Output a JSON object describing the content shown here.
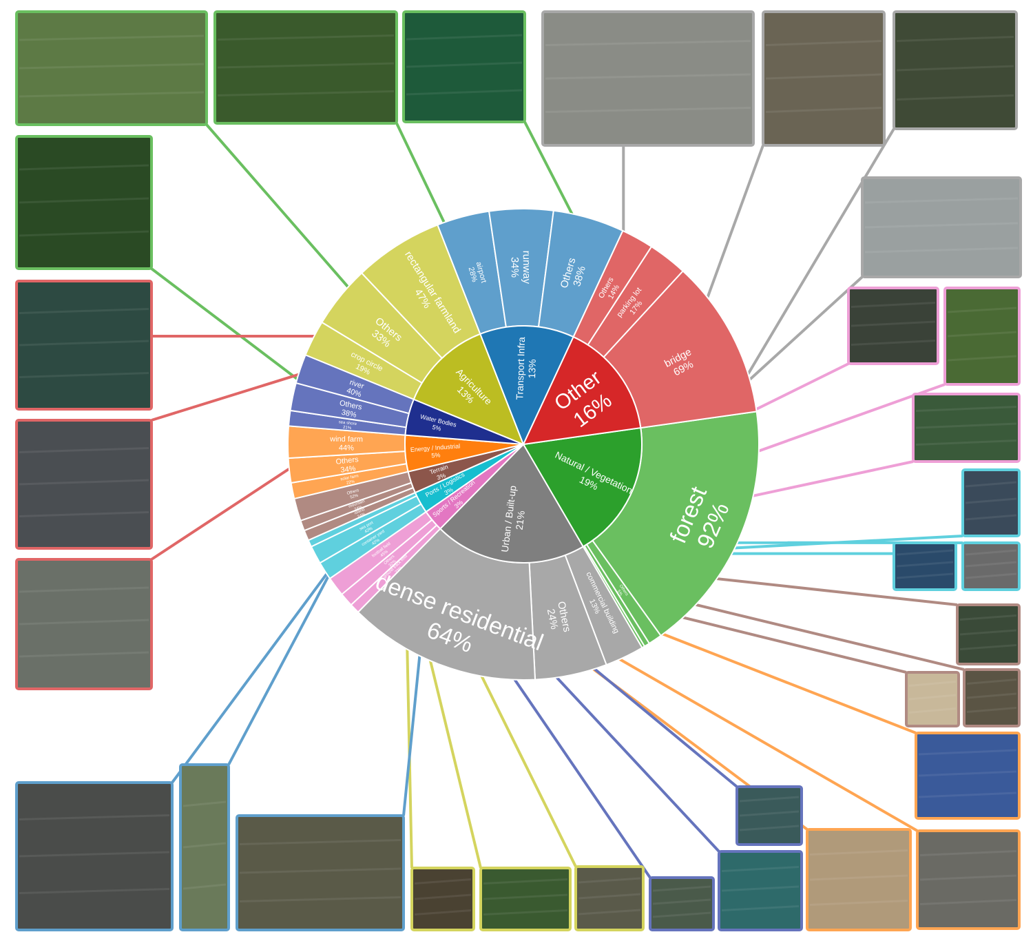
{
  "chart_data": {
    "type": "sunburst",
    "title": "",
    "inner": [
      {
        "name": "Natural / Vegetation",
        "percent": 19,
        "color": "#2ca02c",
        "children": [
          {
            "name": "forest",
            "percent": 92,
            "color": "#6abf60"
          },
          {
            "name": "Others",
            "percent": 5,
            "color": "#6abf60"
          },
          {
            "name": "",
            "percent": 2,
            "color": "#6abf60"
          },
          {
            "name": "",
            "percent": 1,
            "color": "#6abf60"
          }
        ]
      },
      {
        "name": "Urban / Built-up",
        "percent": 21,
        "color": "#7f7f7f",
        "children": [
          {
            "name": "commercial building",
            "percent": 13,
            "color": "#a8a8a8"
          },
          {
            "name": "Others",
            "percent": 24,
            "color": "#a8a8a8"
          },
          {
            "name": "dense residential",
            "percent": 64,
            "color": "#a8a8a8"
          }
        ]
      },
      {
        "name": "Sports / Recreation",
        "percent": 3,
        "color": "#e377c2",
        "children": [
          {
            "name": "ground track field",
            "percent": 23,
            "color": "#ee9fd6"
          },
          {
            "name": "Others",
            "percent": 32,
            "color": "#ee9fd6"
          },
          {
            "name": "football field",
            "percent": 45,
            "color": "#ee9fd6"
          }
        ]
      },
      {
        "name": "Ports / Logistics",
        "percent": 3,
        "color": "#17becf",
        "children": [
          {
            "name": "container yard",
            "percent": 42,
            "color": "#5fd0de"
          },
          {
            "name": "sea port",
            "percent": 42,
            "color": "#5fd0de"
          },
          {
            "name": "",
            "percent": 16,
            "color": "#5fd0de"
          }
        ]
      },
      {
        "name": "Terrain",
        "percent": 3,
        "color": "#8c564b",
        "children": [
          {
            "name": "island",
            "percent": 24,
            "color": "#b08a82"
          },
          {
            "name": "mountain",
            "percent": 24,
            "color": "#b08a82"
          },
          {
            "name": "Others",
            "percent": 52,
            "color": "#b08a82"
          }
        ]
      },
      {
        "name": "Energy / Industrial",
        "percent": 5,
        "color": "#ff7f0e",
        "children": [
          {
            "name": "solar farm",
            "percent": 22,
            "color": "#ffa552"
          },
          {
            "name": "Others",
            "percent": 34,
            "color": "#ffa552"
          },
          {
            "name": "wind farm",
            "percent": 44,
            "color": "#ffa552"
          }
        ]
      },
      {
        "name": "Water Bodies",
        "percent": 5,
        "color": "#1f2f8f",
        "children": [
          {
            "name": "sea shore",
            "percent": 21,
            "color": "#6574bd"
          },
          {
            "name": "Others",
            "percent": 38,
            "color": "#6574bd"
          },
          {
            "name": "river",
            "percent": 40,
            "color": "#6574bd"
          }
        ]
      },
      {
        "name": "Agriculture",
        "percent": 13,
        "color": "#bcbd22",
        "children": [
          {
            "name": "crop circle",
            "percent": 19,
            "color": "#d4d45e"
          },
          {
            "name": "Others",
            "percent": 33,
            "color": "#d4d45e"
          },
          {
            "name": "rectangular farmland",
            "percent": 47,
            "color": "#d4d45e"
          }
        ]
      },
      {
        "name": "Transport Infra",
        "percent": 13,
        "color": "#1f77b4",
        "children": [
          {
            "name": "airport",
            "percent": 28,
            "color": "#5f9fcc"
          },
          {
            "name": "runway",
            "percent": 34,
            "color": "#5f9fcc"
          },
          {
            "name": "Others",
            "percent": 38,
            "color": "#5f9fcc"
          }
        ]
      },
      {
        "name": "Other",
        "percent": 16,
        "color": "#d62728",
        "children": [
          {
            "name": "Others",
            "percent": 14,
            "color": "#e06666"
          },
          {
            "name": "parking lot",
            "percent": 17,
            "color": "#e06666"
          },
          {
            "name": "bridge",
            "percent": 69,
            "color": "#e06666"
          }
        ]
      }
    ]
  }
}
